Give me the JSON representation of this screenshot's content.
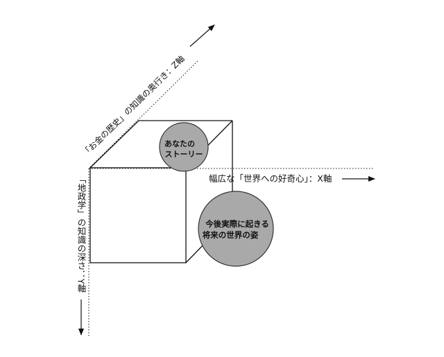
{
  "axes": {
    "x": {
      "label": "幅広な「世界への好奇心」：X軸"
    },
    "y": {
      "label": "「地政学」の知識の深さ：Y軸"
    },
    "z": {
      "label": "「お金の歴史」の知識の奥行き：Z軸"
    }
  },
  "bubbles": {
    "your_story": {
      "line1": "あなたの",
      "line2": "ストーリー"
    },
    "future": {
      "line1": "今後実際に起きる",
      "line2": "将来の世界の姿"
    }
  },
  "colors": {
    "line": "#111111",
    "bubble_fill": "#a9a9a9",
    "bubble_stroke": "#333333",
    "background": "#ffffff"
  }
}
